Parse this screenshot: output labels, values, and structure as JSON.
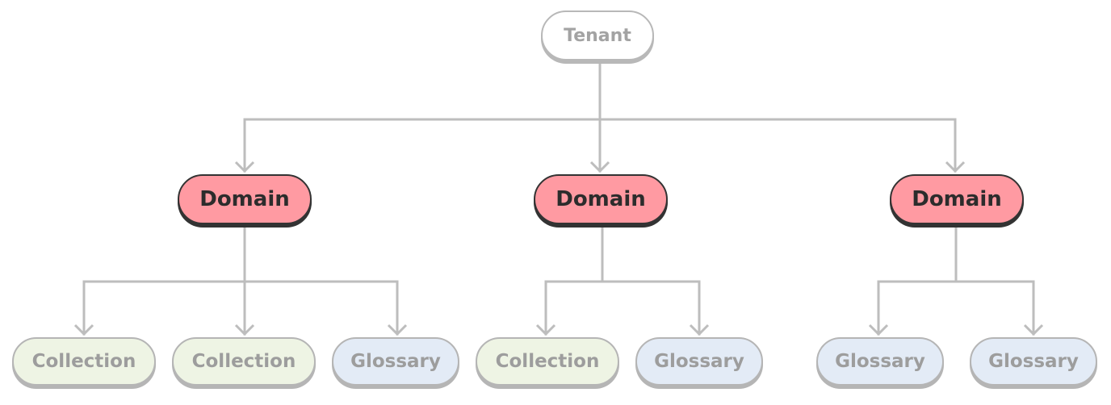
{
  "diagram": {
    "root": {
      "label": "Tenant"
    },
    "domains": [
      {
        "label": "Domain",
        "children": [
          {
            "label": "Collection",
            "kind": "collection"
          },
          {
            "label": "Collection",
            "kind": "collection"
          },
          {
            "label": "Glossary",
            "kind": "glossary"
          }
        ]
      },
      {
        "label": "Domain",
        "children": [
          {
            "label": "Collection",
            "kind": "collection"
          },
          {
            "label": "Glossary",
            "kind": "glossary"
          }
        ]
      },
      {
        "label": "Domain",
        "children": [
          {
            "label": "Glossary",
            "kind": "glossary"
          },
          {
            "label": "Glossary",
            "kind": "glossary"
          }
        ]
      }
    ]
  },
  "colors": {
    "connector": "#bdbdbd",
    "domain_fill": "#ff9aa2",
    "domain_border": "#333333",
    "collection_fill": "#eef4e4",
    "glossary_fill": "#e3ebf6",
    "muted_text": "#9d9d9d"
  }
}
